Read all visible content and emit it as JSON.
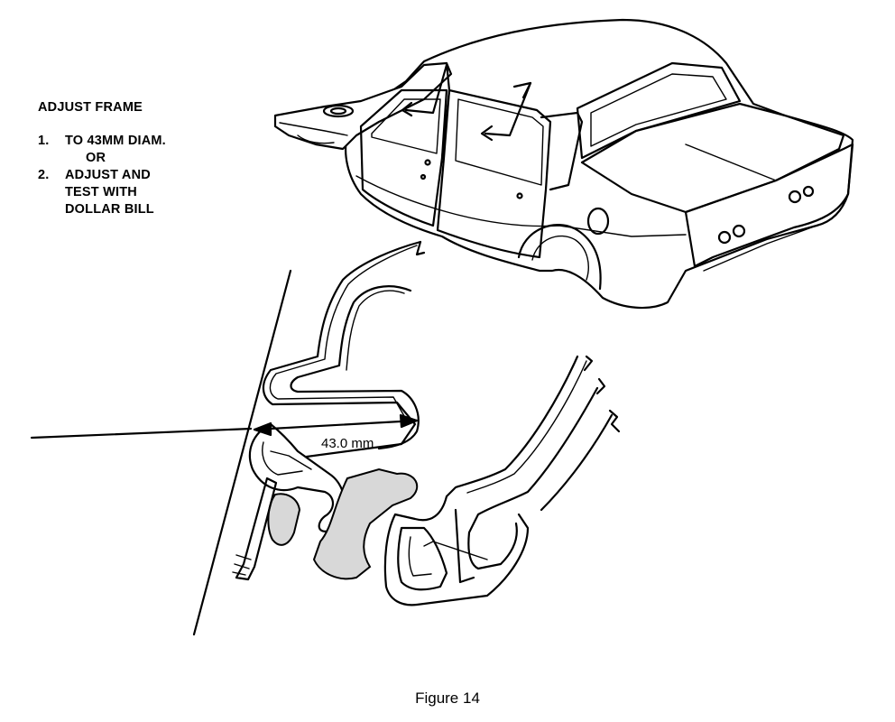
{
  "instructions": {
    "title": "ADJUST FRAME",
    "steps": [
      {
        "number": "1.",
        "lines": [
          "TO 43MM DIAM.",
          "OR"
        ]
      },
      {
        "number": "2.",
        "lines": [
          "ADJUST AND",
          "TEST WITH",
          "DOLLAR BILL"
        ]
      }
    ]
  },
  "dimension": {
    "label": "43.0 mm"
  },
  "caption": "Figure 14"
}
